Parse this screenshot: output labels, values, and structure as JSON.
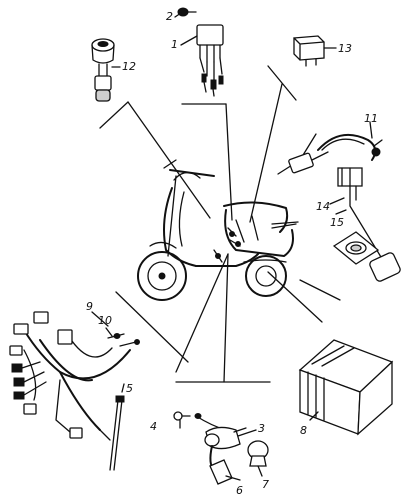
{
  "diagram": {
    "callouts": [
      {
        "id": "c1",
        "text": "1"
      },
      {
        "id": "c2",
        "text": "2"
      },
      {
        "id": "c3",
        "text": "3"
      },
      {
        "id": "c4",
        "text": "4"
      },
      {
        "id": "c5",
        "text": "5"
      },
      {
        "id": "c6",
        "text": "6"
      },
      {
        "id": "c7",
        "text": "7"
      },
      {
        "id": "c8",
        "text": "8"
      },
      {
        "id": "c9",
        "text": "9"
      },
      {
        "id": "c10",
        "text": "10"
      },
      {
        "id": "c11",
        "text": "11"
      },
      {
        "id": "c12",
        "text": "12"
      },
      {
        "id": "c13",
        "text": "13"
      },
      {
        "id": "c14",
        "text": "14"
      },
      {
        "id": "c15",
        "text": "15"
      }
    ],
    "colors": {
      "ink": "#111111",
      "paper": "#ffffff",
      "shade": "#cfcfcf"
    }
  }
}
